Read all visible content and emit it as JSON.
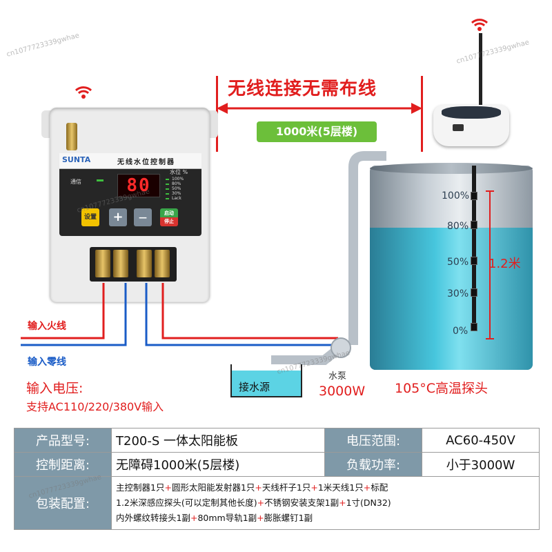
{
  "wireless": {
    "headline": "无线连接无需布线",
    "distance_badge": "1000米(5层楼)"
  },
  "controller": {
    "brand": "SUNTA",
    "panel_title": "无线水位控制器",
    "comm_label": "通信",
    "display_value": "80",
    "level_header": "水位 %",
    "levels": [
      "100%",
      "80%",
      "50%",
      "30%",
      "Lack"
    ],
    "buttons": {
      "set": "设置",
      "plus": "+",
      "minus": "—",
      "start": "启动",
      "stop": "停止"
    }
  },
  "wiring": {
    "live_label": "输入火线",
    "neutral_label": "输入零线",
    "voltage_title": "输入电压:",
    "voltage_support": "支持AC110/220/380V输入"
  },
  "pump": {
    "label": "水泵",
    "power": "3000W",
    "water_source": "接水源"
  },
  "tank": {
    "levels": [
      "100%",
      "80%",
      "50%",
      "30%",
      "0%"
    ],
    "probe_length": "1.2米",
    "probe_note": "105°C高温探头"
  },
  "specs": {
    "model_label": "产品型号:",
    "model_value": "T200-S 一体太阳能板",
    "voltage_label": "电压范围:",
    "voltage_value": "AC60-450V",
    "distance_label": "控制距离:",
    "distance_value": "无障碍1000米(5层楼)",
    "load_label": "负载功率:",
    "load_value": "小于3000W",
    "package_label": "包装配置:",
    "package_lines": [
      "主控制器1只",
      "圆形太阳能发射器1只",
      "天线杆子1只",
      "1米天线1只",
      "标配",
      "1.2米深感应探头(可以定制其他长度)",
      "不锈钢安装支架1副",
      "1寸(DN32)",
      "内外螺纹转接头1副",
      "80mm导轨1副",
      "膨胀螺钉1副"
    ]
  },
  "colors": {
    "accent_red": "#e11e1e",
    "accent_blue": "#1a5cc7",
    "badge_green": "#6cbf3a",
    "table_header": "#7f99a8",
    "water": "#47c6dd"
  },
  "watermark": "cn1077723339gwhae"
}
